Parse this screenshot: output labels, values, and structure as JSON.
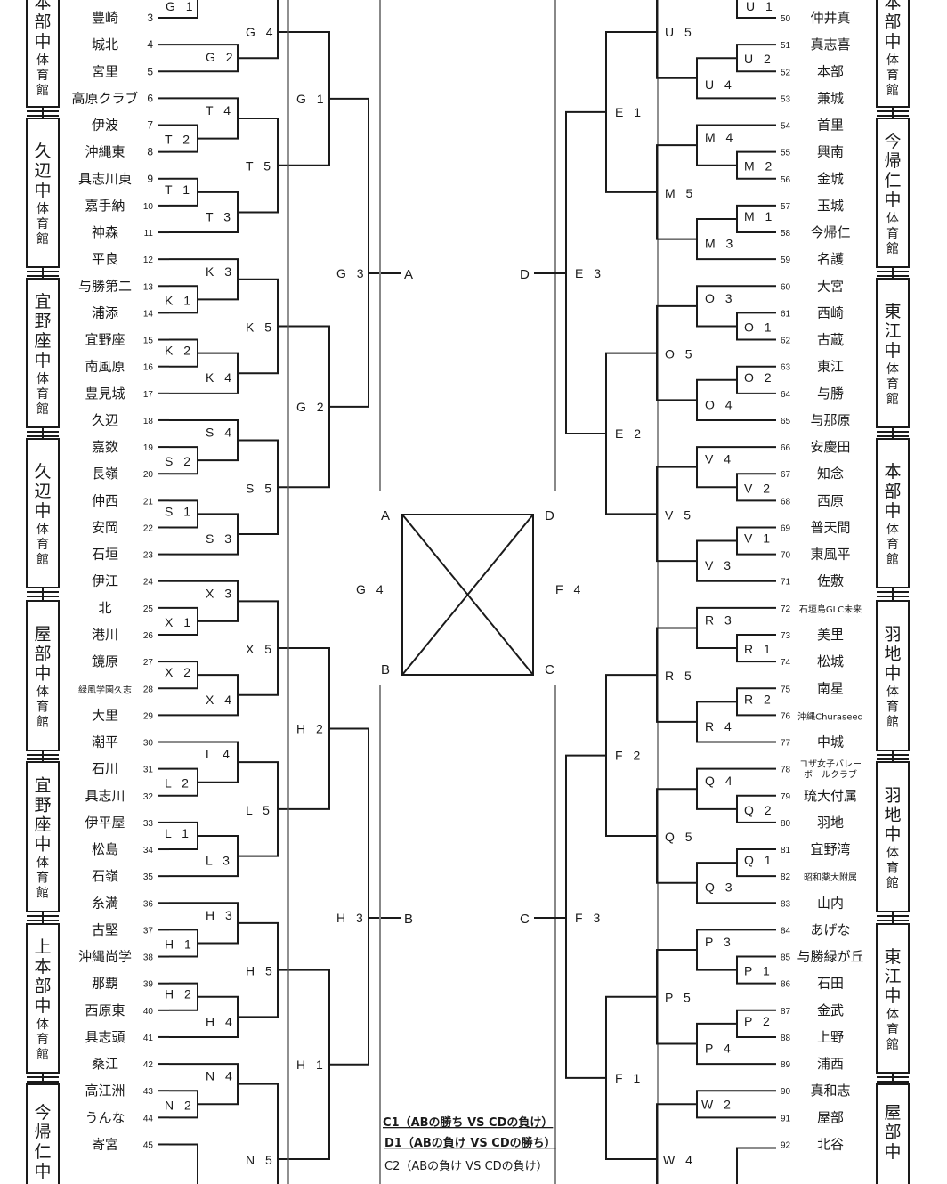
{
  "left_teams": [
    {
      "seed": "3",
      "name": "豊崎"
    },
    {
      "seed": "4",
      "name": "城北"
    },
    {
      "seed": "5",
      "name": "宮里"
    },
    {
      "seed": "6",
      "name": "高原クラブ"
    },
    {
      "seed": "7",
      "name": "伊波"
    },
    {
      "seed": "8",
      "name": "沖縄東"
    },
    {
      "seed": "9",
      "name": "具志川東"
    },
    {
      "seed": "10",
      "name": "嘉手納"
    },
    {
      "seed": "11",
      "name": "神森"
    },
    {
      "seed": "12",
      "name": "平良"
    },
    {
      "seed": "13",
      "name": "与勝第二"
    },
    {
      "seed": "14",
      "name": "浦添"
    },
    {
      "seed": "15",
      "name": "宜野座"
    },
    {
      "seed": "16",
      "name": "南風原"
    },
    {
      "seed": "17",
      "name": "豊見城"
    },
    {
      "seed": "18",
      "name": "久辺"
    },
    {
      "seed": "19",
      "name": "嘉数"
    },
    {
      "seed": "20",
      "name": "長嶺"
    },
    {
      "seed": "21",
      "name": "仲西"
    },
    {
      "seed": "22",
      "name": "安岡"
    },
    {
      "seed": "23",
      "name": "石垣"
    },
    {
      "seed": "24",
      "name": "伊江"
    },
    {
      "seed": "25",
      "name": "北"
    },
    {
      "seed": "26",
      "name": "港川"
    },
    {
      "seed": "27",
      "name": "鏡原"
    },
    {
      "seed": "28",
      "name": "緑風学園久志"
    },
    {
      "seed": "29",
      "name": "大里"
    },
    {
      "seed": "30",
      "name": "潮平"
    },
    {
      "seed": "31",
      "name": "石川"
    },
    {
      "seed": "32",
      "name": "具志川"
    },
    {
      "seed": "33",
      "name": "伊平屋"
    },
    {
      "seed": "34",
      "name": "松島"
    },
    {
      "seed": "35",
      "name": "石嶺"
    },
    {
      "seed": "36",
      "name": "糸満"
    },
    {
      "seed": "37",
      "name": "古堅"
    },
    {
      "seed": "38",
      "name": "沖縄尚学"
    },
    {
      "seed": "39",
      "name": "那覇"
    },
    {
      "seed": "40",
      "name": "西原東"
    },
    {
      "seed": "41",
      "name": "具志頭"
    },
    {
      "seed": "42",
      "name": "桑江"
    },
    {
      "seed": "43",
      "name": "高江洲"
    },
    {
      "seed": "44",
      "name": "うんな"
    },
    {
      "seed": "45",
      "name": "寄宮"
    }
  ],
  "right_teams": [
    {
      "seed": "50",
      "name": "仲井真"
    },
    {
      "seed": "51",
      "name": "真志喜"
    },
    {
      "seed": "52",
      "name": "本部"
    },
    {
      "seed": "53",
      "name": "兼城"
    },
    {
      "seed": "54",
      "name": "首里"
    },
    {
      "seed": "55",
      "name": "興南"
    },
    {
      "seed": "56",
      "name": "金城"
    },
    {
      "seed": "57",
      "name": "玉城"
    },
    {
      "seed": "58",
      "name": "今帰仁"
    },
    {
      "seed": "59",
      "name": "名護"
    },
    {
      "seed": "60",
      "name": "大宮"
    },
    {
      "seed": "61",
      "name": "西崎"
    },
    {
      "seed": "62",
      "name": "古蔵"
    },
    {
      "seed": "63",
      "name": "東江"
    },
    {
      "seed": "64",
      "name": "与勝"
    },
    {
      "seed": "65",
      "name": "与那原"
    },
    {
      "seed": "66",
      "name": "安慶田"
    },
    {
      "seed": "67",
      "name": "知念"
    },
    {
      "seed": "68",
      "name": "西原"
    },
    {
      "seed": "69",
      "name": "普天間"
    },
    {
      "seed": "70",
      "name": "東風平"
    },
    {
      "seed": "71",
      "name": "佐敷"
    },
    {
      "seed": "72",
      "name": "石垣島GLC未来"
    },
    {
      "seed": "73",
      "name": "美里"
    },
    {
      "seed": "74",
      "name": "松城"
    },
    {
      "seed": "75",
      "name": "南星"
    },
    {
      "seed": "76",
      "name": "沖縄Churaseed"
    },
    {
      "seed": "77",
      "name": "中城"
    },
    {
      "seed": "78",
      "name": "コザ女子バレーボールクラブ",
      "line1": "コザ女子バレー",
      "line2": "ボールクラブ"
    },
    {
      "seed": "79",
      "name": "琉大付属"
    },
    {
      "seed": "80",
      "name": "羽地"
    },
    {
      "seed": "81",
      "name": "宜野湾"
    },
    {
      "seed": "82",
      "name": "昭和薬大附属"
    },
    {
      "seed": "83",
      "name": "山内"
    },
    {
      "seed": "84",
      "name": "あげな"
    },
    {
      "seed": "85",
      "name": "与勝緑が丘"
    },
    {
      "seed": "86",
      "name": "石田"
    },
    {
      "seed": "87",
      "name": "金武"
    },
    {
      "seed": "88",
      "name": "上野"
    },
    {
      "seed": "89",
      "name": "浦西"
    },
    {
      "seed": "90",
      "name": "真和志"
    },
    {
      "seed": "91",
      "name": "屋部"
    },
    {
      "seed": "92",
      "name": "北谷"
    }
  ],
  "left_venues": [
    {
      "big": "本部中",
      "small": "体育館",
      "partial": true
    },
    {
      "big": "久辺中",
      "small": "体育館"
    },
    {
      "big": "宜野座中",
      "small": "体育館"
    },
    {
      "big": "久辺中",
      "small": "体育館"
    },
    {
      "big": "屋部中",
      "small": "体育館"
    },
    {
      "big": "宜野座中",
      "small": "体育館"
    },
    {
      "big": "上本部中",
      "small": "体育館"
    },
    {
      "big": "今帰仁中",
      "small": "",
      "partial": true
    }
  ],
  "right_venues": [
    {
      "big": "本部中",
      "small": "体育館",
      "partial": true
    },
    {
      "big": "今帰仁中",
      "small": "体育館"
    },
    {
      "big": "東江中",
      "small": "体育館"
    },
    {
      "big": "本部中",
      "small": "体育館"
    },
    {
      "big": "羽地中",
      "small": "体育館"
    },
    {
      "big": "羽地中",
      "small": "体育館"
    },
    {
      "big": "東江中",
      "small": "体育館"
    },
    {
      "big": "屋部中",
      "small": "",
      "partial": true
    }
  ],
  "matches": {
    "G1_top": "G 1",
    "G2_top": "G 2",
    "G4_top": "G 4",
    "T2": "T 2",
    "T4": "T 4",
    "T1": "T 1",
    "T3": "T 3",
    "T5": "T 5",
    "K1": "K 1",
    "K3": "K 3",
    "K2": "K 2",
    "K4": "K 4",
    "K5": "K 5",
    "S2": "S 2",
    "S4": "S 4",
    "S1": "S 1",
    "S3": "S 3",
    "S5": "S 5",
    "X1": "X 1",
    "X3": "X 3",
    "X2": "X 2",
    "X4": "X 4",
    "X5": "X 5",
    "L2": "L 2",
    "L4": "L 4",
    "L1": "L 1",
    "L3": "L 3",
    "L5": "L 5",
    "H1_low": "H 1",
    "H3_low": "H 3",
    "H2_low": "H 2",
    "H4_low": "H 4",
    "H5": "H 5",
    "N2": "N 2",
    "N4": "N 4",
    "N5": "N 5",
    "G1": "G 1",
    "G2": "G 2",
    "G3": "G 3",
    "H2": "H 2",
    "H1": "H 1",
    "H3": "H 3",
    "U1": "U 1",
    "U2": "U 2",
    "U4": "U 4",
    "U5": "U 5",
    "M4": "M 4",
    "M2": "M 2",
    "M1": "M 1",
    "M3": "M 3",
    "M5": "M 5",
    "O3": "O 3",
    "O1": "O 1",
    "O2": "O 2",
    "O4": "O 4",
    "O5": "O 5",
    "V4": "V 4",
    "V2": "V 2",
    "V1": "V 1",
    "V3": "V 3",
    "V5": "V 5",
    "R3": "R 3",
    "R1": "R 1",
    "R2": "R 2",
    "R4": "R 4",
    "R5": "R 5",
    "Q4": "Q 4",
    "Q2": "Q 2",
    "Q1": "Q 1",
    "Q3": "Q 3",
    "Q5": "Q 5",
    "P3": "P 3",
    "P1": "P 1",
    "P2": "P 2",
    "P4": "P 4",
    "P5": "P 5",
    "W2": "W  2",
    "W4": "W 4",
    "E1": "E 1",
    "E2": "E 2",
    "E3": "E 3",
    "F2": "F 2",
    "F1": "F 1",
    "F3": "F 3"
  },
  "final": {
    "pool_a": "A",
    "pool_b": "B",
    "pool_c": "C",
    "pool_d": "D",
    "left_match": "G 4",
    "right_match": "F 4"
  },
  "notes": [
    {
      "text": "C1（ABの勝ち VS CDの負け）",
      "emphasis": true
    },
    {
      "text": "D1（ABの負け VS CDの勝ち）",
      "emphasis": true
    },
    {
      "text": "C2（ABの負け VS CDの負け）",
      "emphasis": false
    }
  ]
}
